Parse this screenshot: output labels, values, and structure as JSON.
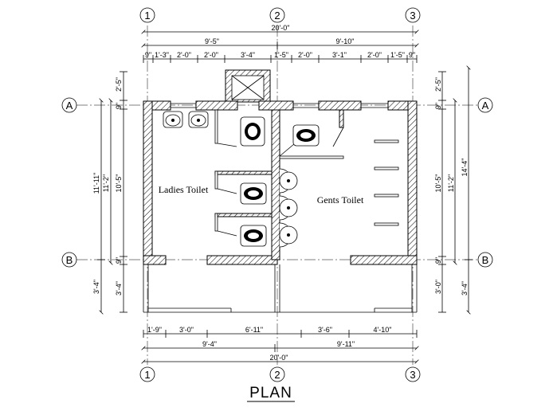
{
  "title": "PLAN",
  "rooms": {
    "ladies": "Ladies Toilet",
    "gents": "Gents Toilet"
  },
  "grid_columns": [
    "1",
    "2",
    "3"
  ],
  "grid_rows": [
    "A",
    "B"
  ],
  "dims": {
    "top_overall": "20'-0\"",
    "top_left": "9'-5\"",
    "top_right": "9'-10\"",
    "top_detail": [
      "9\"",
      "1'-3\"",
      "2'-0\"",
      "2'-0\"",
      "3'-4\"",
      "1'-5\"",
      "2'-0\"",
      "3'-1\"",
      "2'-0\"",
      "1'-5\"",
      "9\""
    ],
    "bottom_detail": [
      "1'-9\"",
      "3'-0\"",
      "6'-11\"",
      "3'-6\"",
      "4'-10\""
    ],
    "bottom_mid": [
      "9'-4\"",
      "9'-11\""
    ],
    "bottom_overall": "20'-0\"",
    "left_outer": [
      "11'-11\"",
      "3'-4\""
    ],
    "left_inner": [
      "11'-2\""
    ],
    "left_detail": [
      "2'-5\"",
      "9\"",
      "10'-5\"",
      "9\"",
      "3'-4\""
    ],
    "right_detail": [
      "2'-5\"",
      "9\"",
      "10'-5\"",
      "9\"",
      "3'-0\""
    ],
    "right_inner": [
      "11'-2\""
    ],
    "right_outer": [
      "14'-4\"",
      "3'-4\""
    ]
  }
}
